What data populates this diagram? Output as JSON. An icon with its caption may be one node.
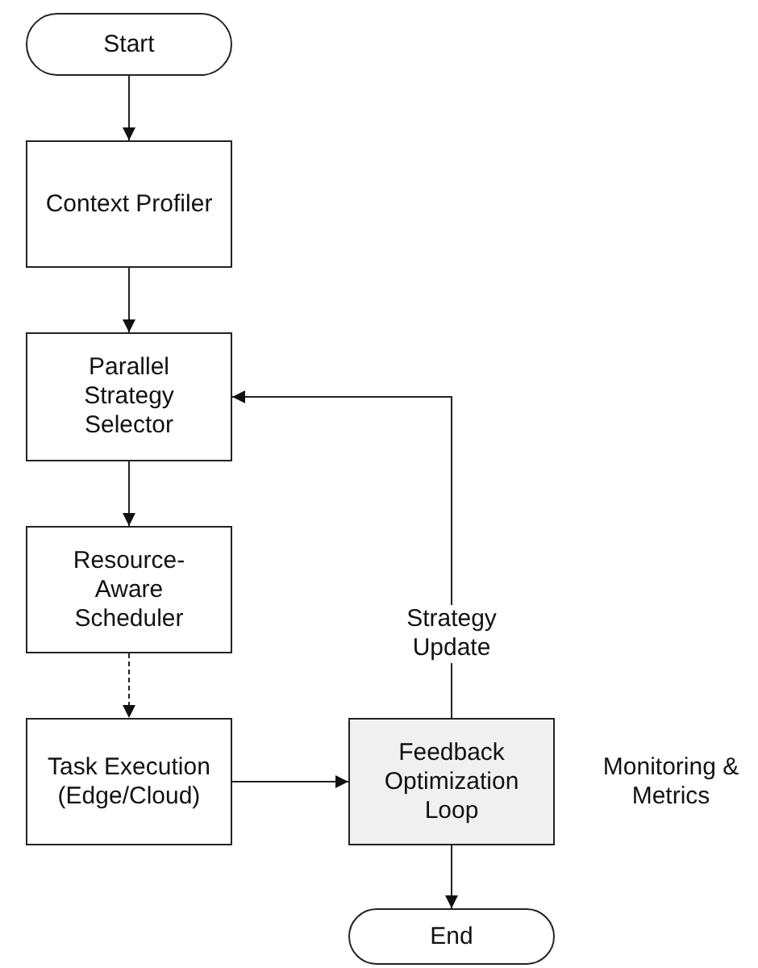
{
  "diagram": {
    "nodes": [
      {
        "text": [
          "Start"
        ]
      },
      {
        "text": [
          "Context Profiler"
        ]
      },
      {
        "text": [
          "Parallel Strategy Selector"
        ]
      },
      {
        "text": [
          "Resource-Aware Scheduler"
        ]
      },
      {
        "text": [
          "Task Execution (Edge/Cloud)"
        ]
      },
      {
        "text": [
          "Feedback Optimization Loop"
        ],
        "beside": [
          "Monitoring & Metrics"
        ]
      },
      {
        "text": [
          "End"
        ]
      }
    ],
    "edges": [
      {
        "from": 0,
        "to": 1,
        "arrow": "to"
      },
      {
        "from": 1,
        "to": 2,
        "arrow": "to"
      },
      {
        "from": 2,
        "to": 3,
        "arrow": "to"
      },
      {
        "from": 3,
        "to": 4,
        "arrow": "to",
        "style": "dashed"
      },
      {
        "from": 4,
        "to": 5,
        "arrow": "to"
      },
      {
        "from": 5,
        "to": 2,
        "arrow": "to",
        "label": "Strategy Update"
      },
      {
        "from": 5,
        "to": 6,
        "arrow": "to"
      }
    ]
  }
}
